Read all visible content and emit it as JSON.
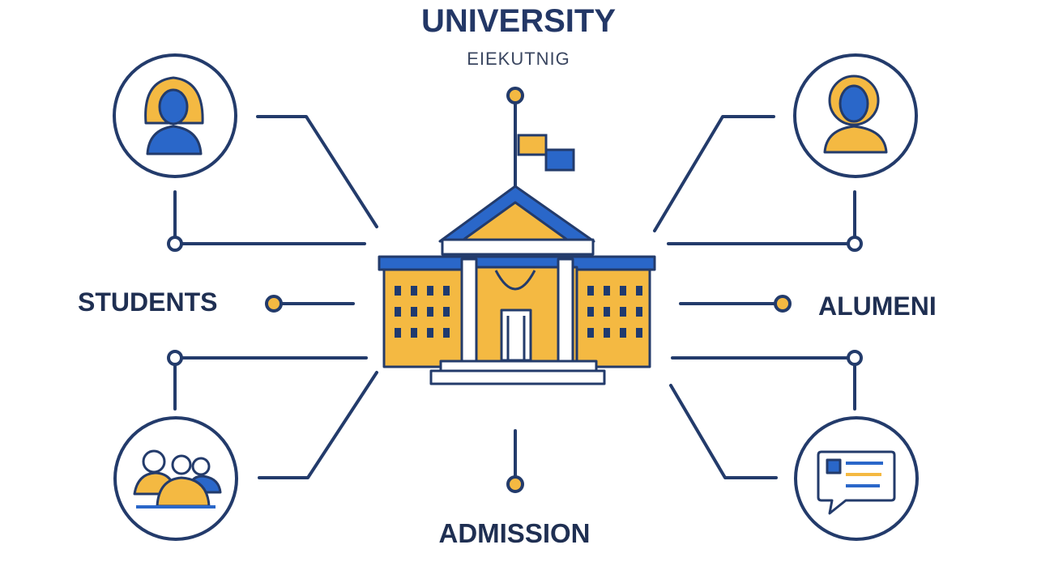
{
  "diagram": {
    "title": "UNIVERSITY",
    "subtitle": "EIEKUTNIG",
    "center_node": "university-building-icon",
    "nodes": [
      {
        "label": "STUDENTS",
        "icon": "female-user-icon"
      },
      {
        "label": "ALUMENI",
        "icon": "male-user-icon"
      },
      {
        "label": "",
        "icon": "group-people-icon"
      },
      {
        "label": "",
        "icon": "id-card-chat-icon"
      },
      {
        "label": "ADMISSION",
        "icon": "connector-dot"
      }
    ]
  },
  "colors": {
    "navy": "#1f3a6e",
    "blue": "#2a67c9",
    "yellow": "#f4b942",
    "text": "#1f2f52"
  }
}
